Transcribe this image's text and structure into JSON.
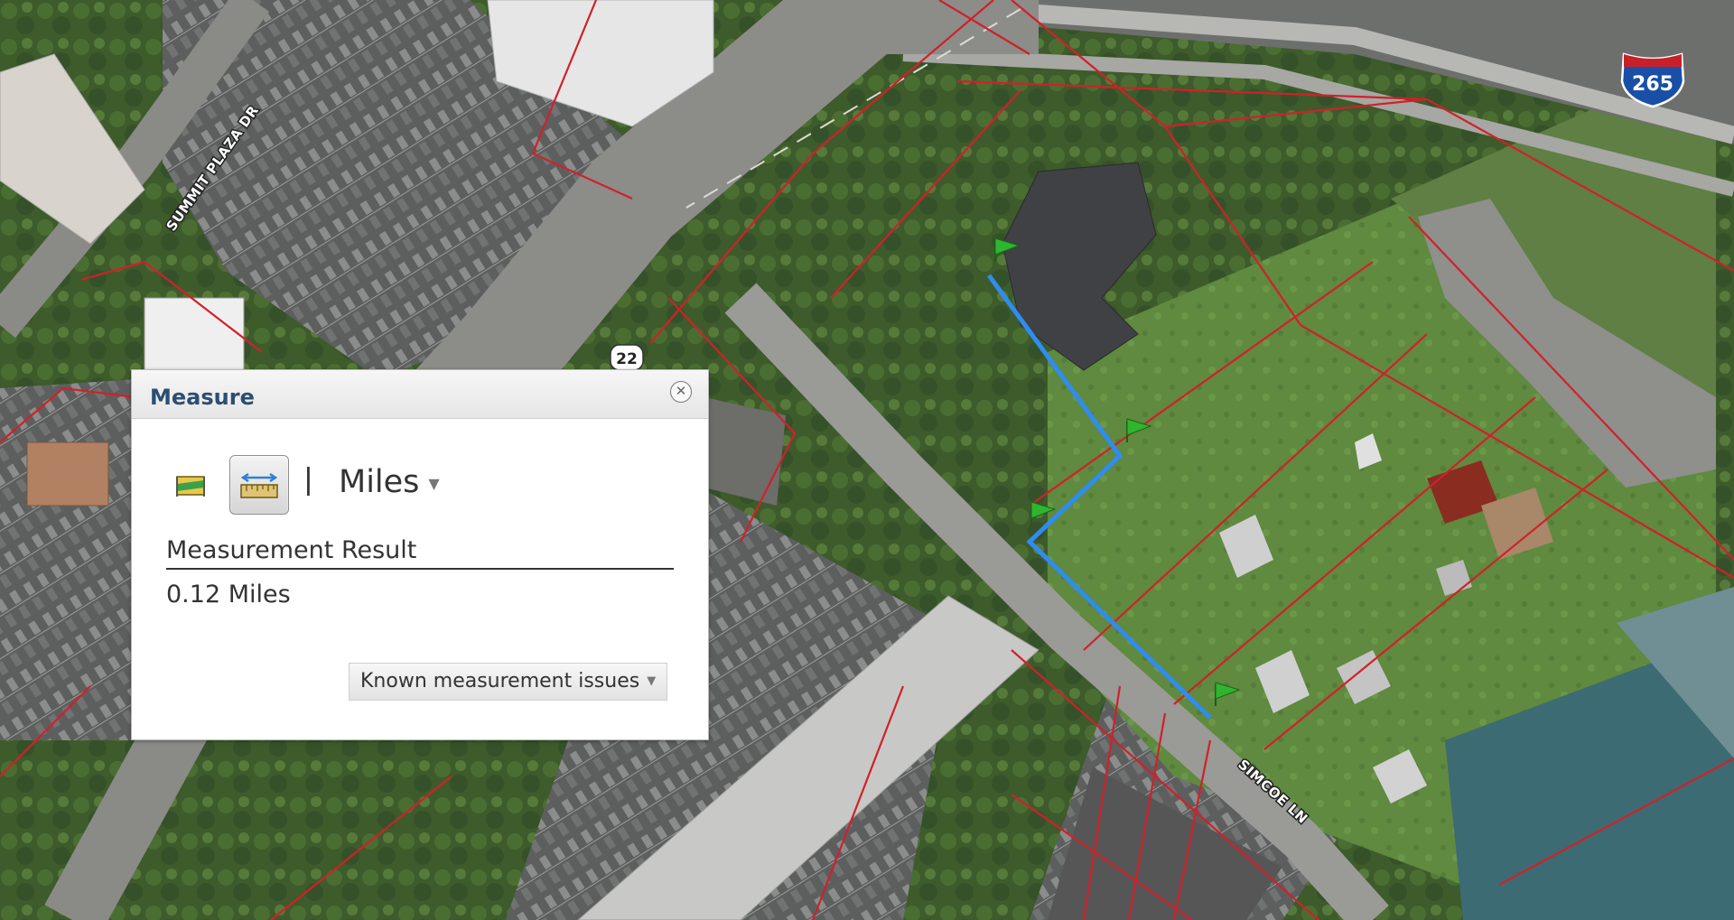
{
  "map": {
    "road_labels": {
      "summit_plaza": "SUMMIT PLAZA DR",
      "simcoe": "SIMCOE LN"
    },
    "shields": {
      "route_22": "22",
      "interstate_265": "265"
    },
    "measurement_line_color": "#2f8cf0",
    "parcel_line_color": "#d0212a",
    "marker_color": "#2fb52f"
  },
  "measure": {
    "title": "Measure",
    "close_icon": "close-icon",
    "area_tool_icon": "area-measure-icon",
    "distance_tool_icon": "distance-measure-icon",
    "separator": "|",
    "unit": "Miles",
    "result_label": "Measurement Result",
    "result_value": "0.12 Miles",
    "issues_button": "Known measurement issues"
  }
}
